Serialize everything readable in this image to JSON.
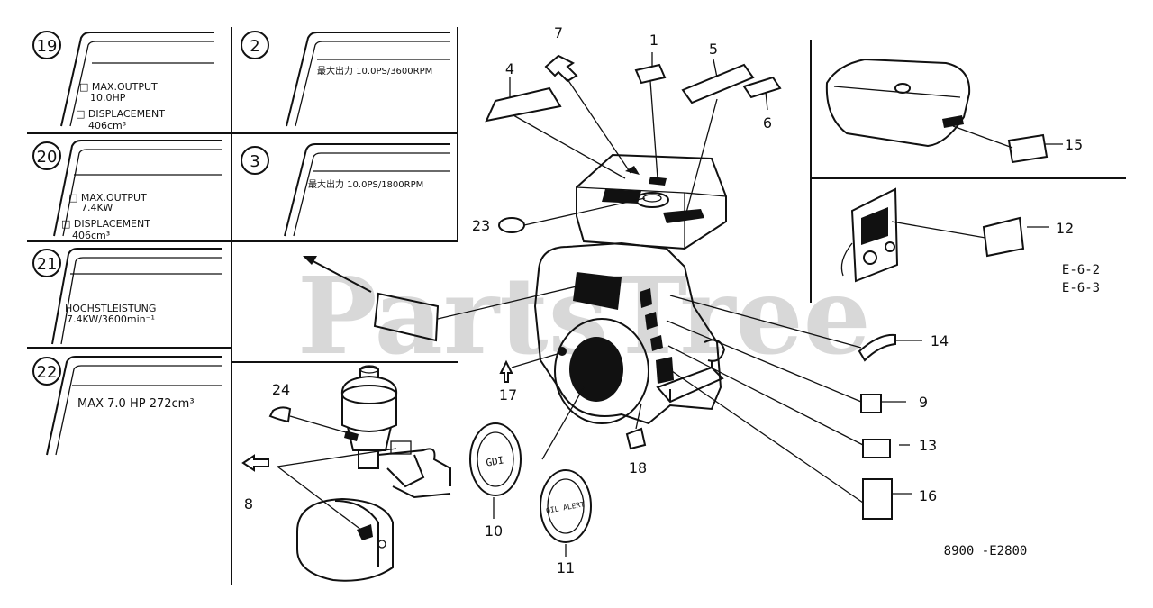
{
  "watermark": "PartsTree",
  "diagram_code": "8900 -E2800",
  "engine_refs": [
    "E-6-2",
    "E-6-3"
  ],
  "decal_panels": [
    {
      "num": "19",
      "lines": [
        "□ MAX.OUTPUT",
        "10.0HP",
        "□ DISPLACEMENT",
        "406cm³"
      ]
    },
    {
      "num": "2",
      "lines": [
        "最大出力 10.0PS/3600RPM"
      ]
    },
    {
      "num": "20",
      "lines": [
        "□ MAX.OUTPUT",
        "7.4KW",
        "□ DISPLACEMENT",
        "406cm³"
      ]
    },
    {
      "num": "3",
      "lines": [
        "最大出力 10.0PS/1800RPM"
      ]
    },
    {
      "num": "21",
      "lines": [
        "HOCHSTLEISTUNG",
        "7.4KW/3600min⁻¹"
      ]
    },
    {
      "num": "22",
      "lines": [
        "MAX 7.0 HP 272cm³"
      ]
    }
  ],
  "callouts": [
    "1",
    "4",
    "5",
    "6",
    "7",
    "8",
    "9",
    "10",
    "11",
    "12",
    "13",
    "14",
    "15",
    "16",
    "17",
    "18",
    "23",
    "24"
  ],
  "emblems": {
    "emblem_10": "GDI",
    "emblem_11": "OIL ALERT"
  }
}
